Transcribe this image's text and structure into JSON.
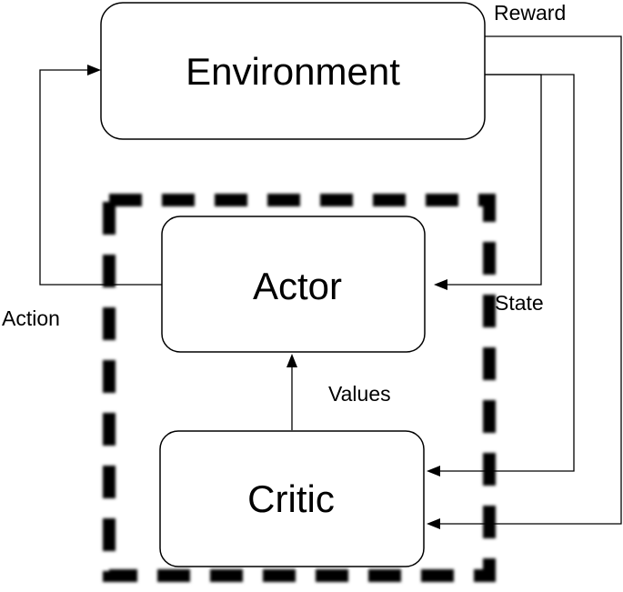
{
  "nodes": {
    "environment": "Environment",
    "actor": "Actor",
    "critic": "Critic"
  },
  "edges": {
    "reward": "Reward",
    "state": "State",
    "action": "Action",
    "values": "Values"
  }
}
